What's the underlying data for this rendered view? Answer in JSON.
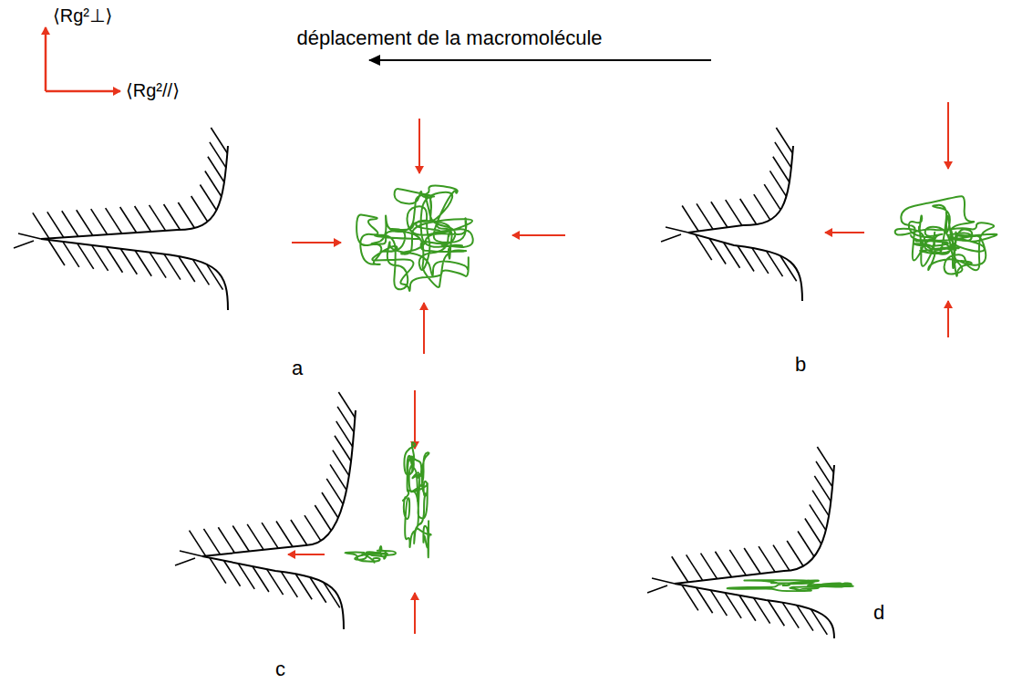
{
  "diagram": {
    "labels": [
      "⟨Rg²⊥⟩",
      "⟨Rg²//⟩",
      "déplacement de la macromolécule",
      "a",
      "b",
      "c",
      "d"
    ]
  }
}
